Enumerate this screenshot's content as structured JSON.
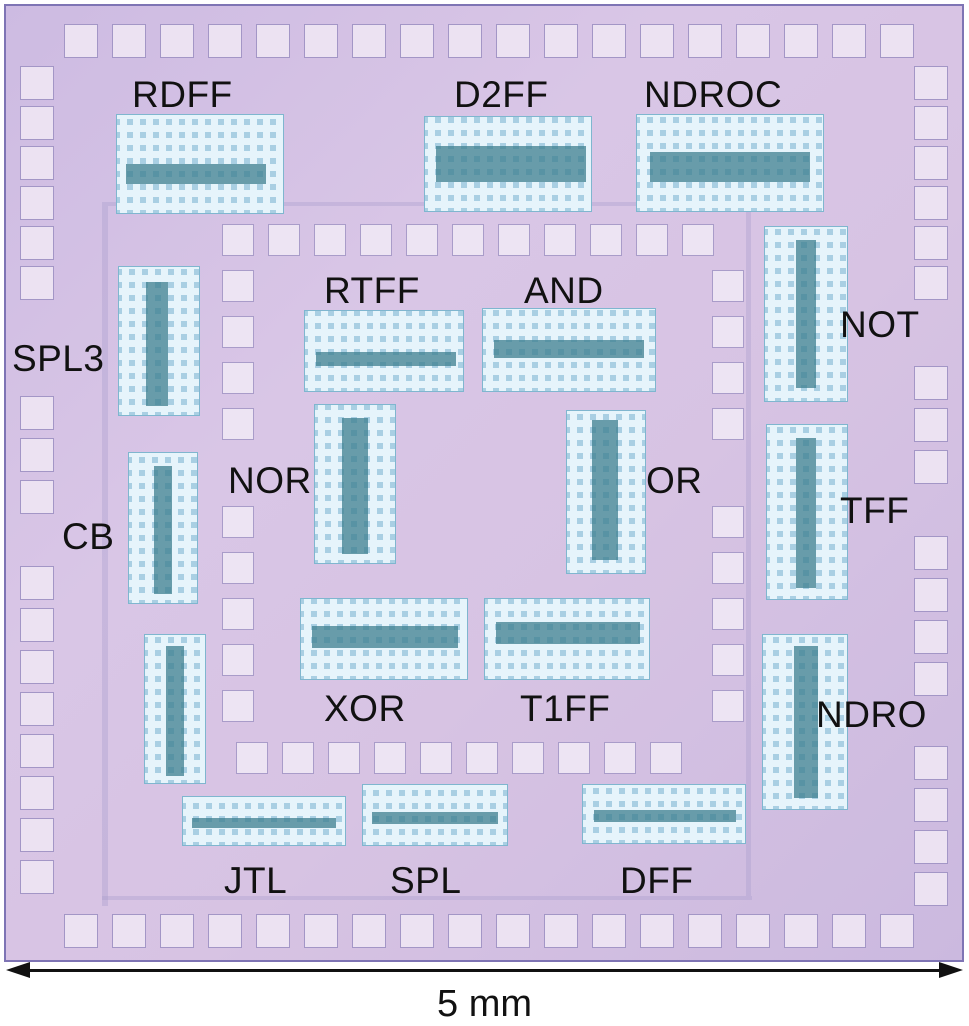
{
  "image": {
    "subject": "superconducting-logic-chip-micrograph",
    "colors": {
      "chip_background": "#d3c1e4",
      "pad": "#ece2f2",
      "cell_blocks": "#a9cfe3",
      "label_text": "#111111"
    }
  },
  "cells": {
    "rdff": "RDFF",
    "d2ff": "D2FF",
    "ndroc": "NDROC",
    "rtff": "RTFF",
    "and": "AND",
    "not": "NOT",
    "spl3": "SPL3",
    "nor": "NOR",
    "or": "OR",
    "tff": "TFF",
    "cb": "CB",
    "xor": "XOR",
    "t1ff": "T1FF",
    "ndro": "NDRO",
    "jtl": "JTL",
    "spl": "SPL",
    "dff": "DFF"
  },
  "scale_bar": {
    "label": "5 mm"
  }
}
